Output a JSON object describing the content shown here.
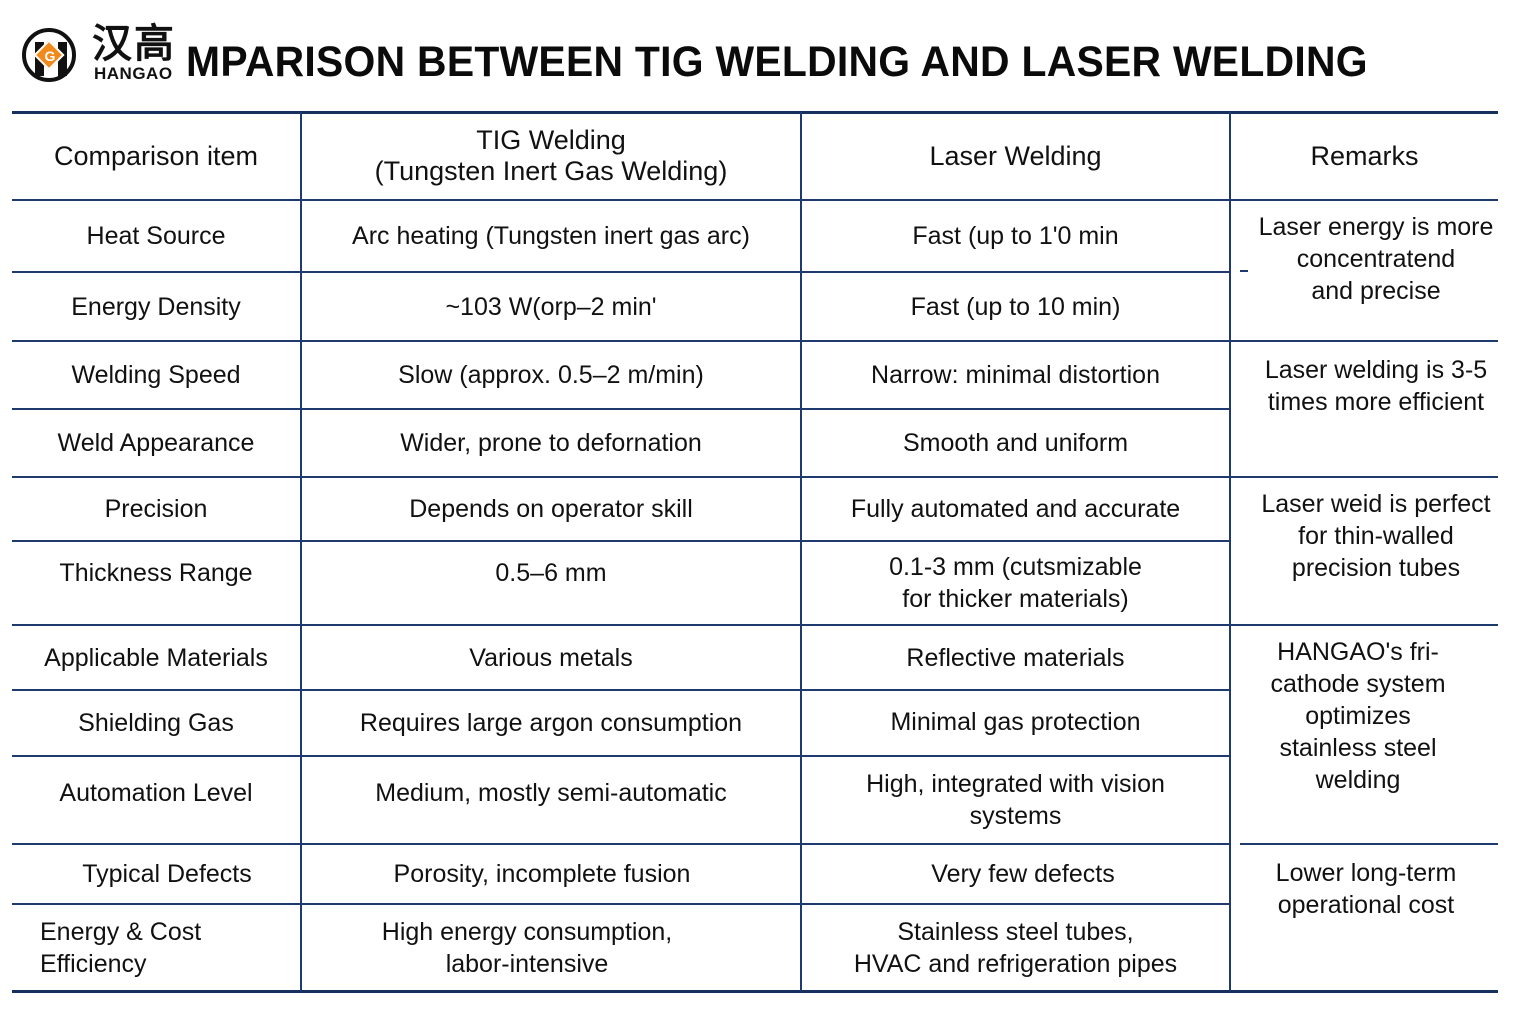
{
  "brand": {
    "logo_icon": "hangao-logo-icon",
    "name_cn": "汉高",
    "name_en": "HANGAO",
    "accent_color": "#f08a1c"
  },
  "title": "MPARISON BETWEEN TIG WELDING AND LASER WELDING",
  "table": {
    "line_color": "#1f3a6e",
    "headers": {
      "item": "Comparison item",
      "tig": "TIG Welding\n(Tungsten Inert Gas Welding)",
      "laser": "Laser Welding",
      "remarks": "Remarks"
    },
    "rows": [
      {
        "item": "Heat Source",
        "tig": "Arc heating (Tungsten inert gas arc)",
        "laser": "Fast  (up to 1'0 min"
      },
      {
        "item": "Energy Density",
        "tig": "~103 W(orp–2 min'",
        "laser": "Fast (up to 10 min)"
      },
      {
        "item": "Welding Speed",
        "tig": "Slow (approx. 0.5–2 m/min)",
        "laser": "Narrow: minimal distortion"
      },
      {
        "item": "Weld Appearance",
        "tig": "Wider, prone to defornation",
        "laser": "Smooth and uniform"
      },
      {
        "item": "Precision",
        "tig": "Depends on operator skill",
        "laser": "Fully automated and accurate"
      },
      {
        "item": "Thickness Range",
        "tig": "0.5–6 mm",
        "laser": "0.1-3 mm (cutsmizable\nfor thicker materials)"
      },
      {
        "item": "Applicable Materials",
        "tig": "Various metals",
        "laser": "Reflective materials"
      },
      {
        "item": "Shielding Gas",
        "tig": "Requires large argon consumption",
        "laser": "Minimal gas protection"
      },
      {
        "item": "Automation Level",
        "tig": "Medium, mostly semi-automatic",
        "laser": "High, integrated with vision\nsystems"
      },
      {
        "item": "Typical Defects",
        "tig": "Porosity, incomplete fusion",
        "laser": "Very few defects"
      },
      {
        "item": "Energy & Cost\nEfficiency",
        "tig": "High energy consumption,\nlabor-intensive",
        "laser": "Stainless steel tubes,\nHVAC and refrigeration pipes"
      }
    ],
    "remarks": [
      {
        "text": "Laser energy is more\nconcentratend\nand precise",
        "spans_rows": "Heat Source – Energy Density"
      },
      {
        "text": "Laser welding is 3-5\ntimes more efficient",
        "spans_rows": "Welding Speed – Weld Appearance"
      },
      {
        "text": "Laser weid is perfect\nfor thin-walled\nprecision tubes",
        "spans_rows": "Precision – Thickness Range"
      },
      {
        "text": "HANGAO's fri-\ncathode system\noptimizes\nstainless steel\nwelding",
        "spans_rows": "Applicable Materials – Automation Level"
      },
      {
        "text": "Lower long-term\noperational cost",
        "spans_rows": "Typical Defects – Energy & Cost Efficiency"
      }
    ]
  }
}
